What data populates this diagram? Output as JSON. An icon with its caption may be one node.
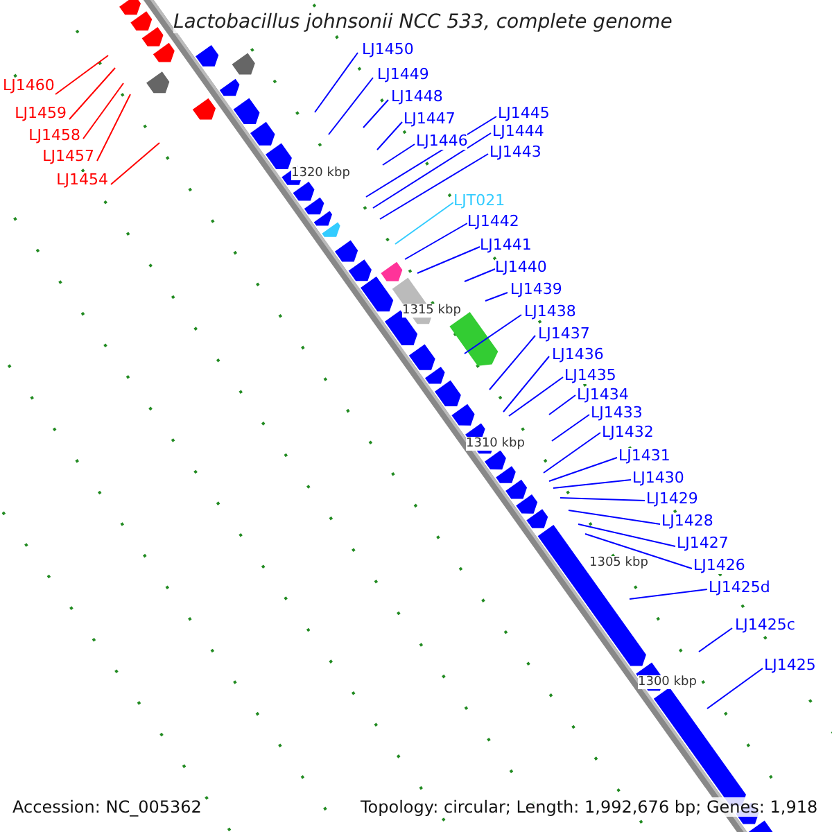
{
  "diagram": {
    "title": "Lactobacillus johnsonii NCC 533, complete genome",
    "nodes": [
      {
        "text": [
          "LJ1460"
        ]
      },
      {
        "text": [
          "LJ1459"
        ]
      },
      {
        "text": [
          "LJ1458"
        ]
      },
      {
        "text": [
          "LJ1457"
        ]
      },
      {
        "text": [
          "LJ1454"
        ]
      },
      {
        "text": [
          "LJ1450"
        ]
      },
      {
        "text": [
          "LJ1449"
        ]
      },
      {
        "text": [
          "LJ1448"
        ]
      },
      {
        "text": [
          "LJ1447"
        ]
      },
      {
        "text": [
          "LJ1446"
        ]
      },
      {
        "text": [
          "LJ1445"
        ]
      },
      {
        "text": [
          "LJ1444"
        ]
      },
      {
        "text": [
          "LJ1443"
        ]
      },
      {
        "text": [
          "LJT021"
        ]
      },
      {
        "text": [
          "LJ1442"
        ]
      },
      {
        "text": [
          "LJ1441"
        ]
      },
      {
        "text": [
          "LJ1440"
        ]
      },
      {
        "text": [
          "LJ1439"
        ]
      },
      {
        "text": [
          "LJ1438"
        ]
      },
      {
        "text": [
          "LJ1437"
        ]
      },
      {
        "text": [
          "LJ1436"
        ]
      },
      {
        "text": [
          "LJ1435"
        ]
      },
      {
        "text": [
          "LJ1434"
        ]
      },
      {
        "text": [
          "LJ1433"
        ]
      },
      {
        "text": [
          "LJ1432"
        ]
      },
      {
        "text": [
          "LJ1431"
        ]
      },
      {
        "text": [
          "LJ1430"
        ]
      },
      {
        "text": [
          "LJ1429"
        ]
      },
      {
        "text": [
          "LJ1428"
        ]
      },
      {
        "text": [
          "LJ1427"
        ]
      },
      {
        "text": [
          "LJ1426"
        ]
      },
      {
        "text": [
          "LJ1425d"
        ]
      },
      {
        "text": [
          "LJ1425c"
        ]
      },
      {
        "text": [
          "LJ1425"
        ]
      }
    ],
    "edges": [
      {
        "from": 0,
        "to": null,
        "arrow": "none",
        "color": "#ff0000"
      },
      {
        "from": 1,
        "to": null,
        "arrow": "none",
        "color": "#ff0000"
      },
      {
        "from": 2,
        "to": null,
        "arrow": "none",
        "color": "#ff0000"
      },
      {
        "from": 3,
        "to": null,
        "arrow": "none",
        "color": "#ff0000"
      },
      {
        "from": 4,
        "to": null,
        "arrow": "none",
        "color": "#ff0000"
      },
      {
        "from": 5,
        "to": null,
        "arrow": "none"
      },
      {
        "from": 6,
        "to": null,
        "arrow": "none"
      },
      {
        "from": 7,
        "to": null,
        "arrow": "none"
      },
      {
        "from": 8,
        "to": null,
        "arrow": "none"
      },
      {
        "from": 9,
        "to": null,
        "arrow": "none"
      },
      {
        "from": 10,
        "to": null,
        "arrow": "none"
      },
      {
        "from": 11,
        "to": null,
        "arrow": "none"
      },
      {
        "from": 12,
        "to": null,
        "arrow": "none"
      },
      {
        "from": 13,
        "to": null,
        "arrow": "none",
        "color": "#33ccff"
      },
      {
        "from": 14,
        "to": null,
        "arrow": "none"
      },
      {
        "from": 15,
        "to": null,
        "arrow": "none"
      },
      {
        "from": 16,
        "to": null,
        "arrow": "none"
      },
      {
        "from": 17,
        "to": null,
        "arrow": "none"
      },
      {
        "from": 18,
        "to": null,
        "arrow": "none"
      },
      {
        "from": 19,
        "to": null,
        "arrow": "none"
      },
      {
        "from": 20,
        "to": null,
        "arrow": "none"
      },
      {
        "from": 21,
        "to": null,
        "arrow": "none"
      },
      {
        "from": 22,
        "to": null,
        "arrow": "none"
      },
      {
        "from": 23,
        "to": null,
        "arrow": "none"
      },
      {
        "from": 24,
        "to": null,
        "arrow": "none"
      },
      {
        "from": 25,
        "to": null,
        "arrow": "none"
      },
      {
        "from": 26,
        "to": null,
        "arrow": "none"
      },
      {
        "from": 27,
        "to": null,
        "arrow": "none"
      },
      {
        "from": 28,
        "to": null,
        "arrow": "none"
      },
      {
        "from": 29,
        "to": null,
        "arrow": "none"
      },
      {
        "from": 30,
        "to": null,
        "arrow": "none"
      },
      {
        "from": 31,
        "to": null,
        "arrow": "none"
      },
      {
        "from": 32,
        "to": null,
        "arrow": "none"
      },
      {
        "from": 33,
        "to": null,
        "arrow": "none"
      }
    ],
    "labels": [
      "1320 kbp",
      "1315 kbp",
      "1310 kbp",
      "1305 kbp",
      "1300 kbp",
      "Accession: NC_005362",
      "Topology: circular; Length: 1,992,676 bp; Genes: 1,918"
    ]
  }
}
